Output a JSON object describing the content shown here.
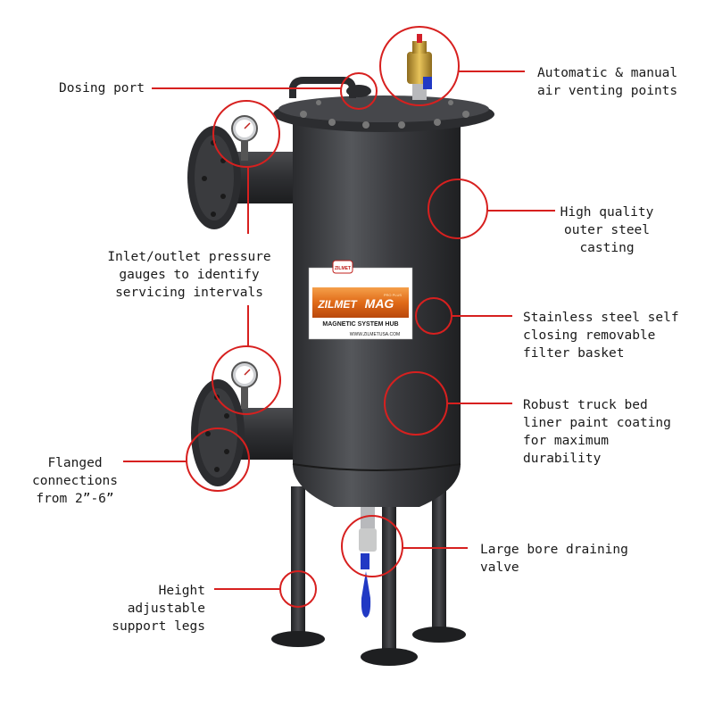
{
  "callouts": {
    "dosing_port": "Dosing port",
    "air_vent": "Automatic & manual\nair venting points",
    "outer_casting": "High quality\nouter steel\ncasting",
    "pressure_gauges": "Inlet/outlet pressure\ngauges to identify\nservicing intervals",
    "filter_basket": "Stainless steel self\nclosing removable\nfilter basket",
    "paint_coating": "Robust truck bed\nliner paint coating\nfor maximum\ndurability",
    "flanged": "Flanged\nconnections\nfrom 2”-6”",
    "drain_valve": "Large bore draining\nvalve",
    "support_legs": "Height\nadjustable\nsupport legs"
  },
  "product_label": {
    "brand_badge": "ZILMET",
    "brand_name": "ZILMET",
    "product": "MAG",
    "tagline": "PRO PLUS",
    "system": "MAGNETIC SYSTEM HUB",
    "website": "WWW.ZILMETUSA.COM"
  },
  "colors": {
    "callout": "#d7201f",
    "body": "#3a3b3e",
    "label_orange": "#e8701c",
    "valve_blue": "#2139c4",
    "brass": "#c9a23a"
  }
}
